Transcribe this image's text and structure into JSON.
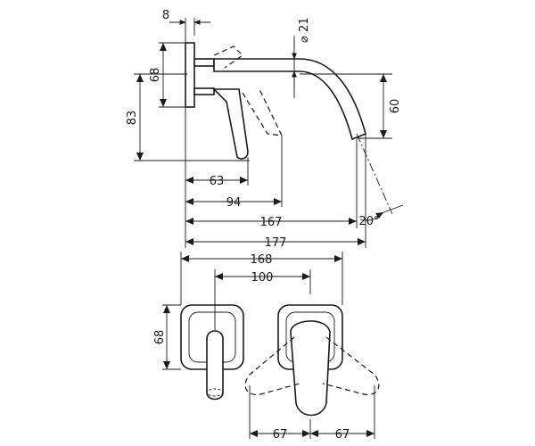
{
  "dimensions": {
    "top_8": "8",
    "diameter_21": "⌀ 21",
    "side_68": "68",
    "side_83": "83",
    "side_60": "60",
    "d63": "63",
    "d94": "94",
    "d167": "167",
    "d177": "177",
    "angle": "20°",
    "d168": "168",
    "d100": "100",
    "front_68": "68",
    "d67_left": "67",
    "d67_right": "67"
  },
  "colors": {
    "line": "#1a1a1a",
    "background": "#ffffff"
  }
}
